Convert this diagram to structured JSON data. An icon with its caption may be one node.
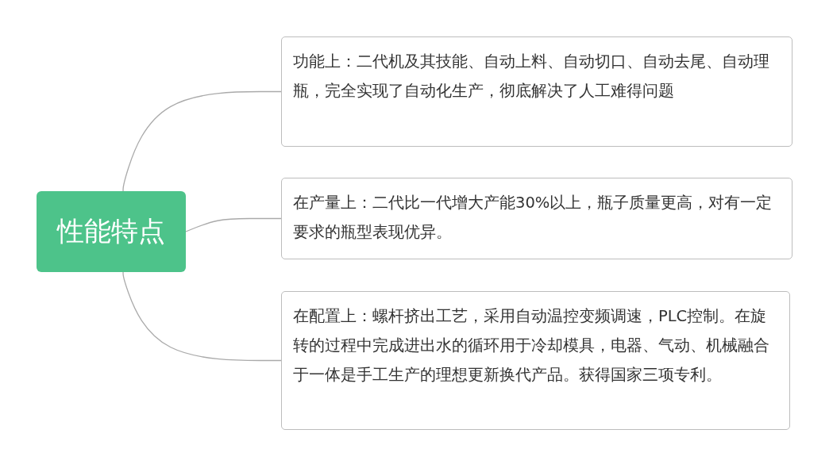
{
  "diagram": {
    "nodes": [
      {
        "text": [
          "性能特点"
        ]
      },
      {
        "text": [
          "功能上：二代机及其技能、自动上料、自动切口、自动去尾、自动理瓶，完全实现了自动化生产，彻底解决了人工难得问题"
        ]
      },
      {
        "text": [
          "在产量上：二代比一代增大产能30%以上，瓶子质量更高，对有一定要求的瓶型表现优异。"
        ]
      },
      {
        "text": [
          "在配置上：螺杆挤出工艺，采用自动温控变频调速，PLC控制。在旋转的过程中完成进出水的循环用于冷却模具，电器、气动、机械融合于一体是手工生产的理想更新换代产品。获得国家三项专利。"
        ]
      }
    ],
    "edges": [
      {
        "from": 0,
        "to": 1,
        "arrow": "none"
      },
      {
        "from": 0,
        "to": 2,
        "arrow": "none"
      },
      {
        "from": 0,
        "to": 3,
        "arrow": "none"
      }
    ]
  }
}
